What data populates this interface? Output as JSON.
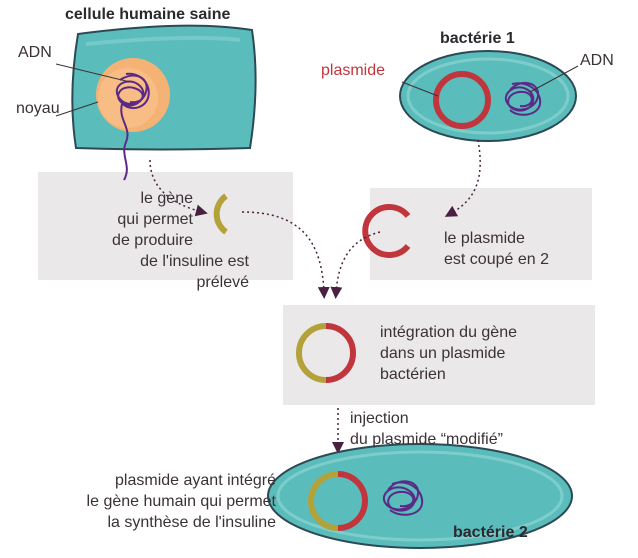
{
  "human_cell": {
    "title": "cellule humaine saine",
    "label_dna": "ADN",
    "label_nucleus": "noyau"
  },
  "bacterium1": {
    "title": "bactérie 1",
    "label_plasmid": "plasmide",
    "label_dna": "ADN"
  },
  "step_gene": {
    "lines": [
      "le gène",
      "qui permet",
      "de produire",
      "de l'insuline est prélevé"
    ]
  },
  "step_plasmid": {
    "lines": [
      "le plasmide",
      "est coupé en 2"
    ]
  },
  "step_integration": {
    "lines": [
      "intégration du gène",
      "dans un plasmide",
      "bactérien"
    ]
  },
  "step_injection": {
    "lines": [
      "injection",
      "du plasmide “modifié”"
    ]
  },
  "bacterium2": {
    "title": "bactérie 2",
    "caption_lines": [
      "plasmide ayant intégré",
      "le gène humain qui permet",
      "la synthèse de l'insuline"
    ]
  },
  "colors": {
    "cell": "#5bbcbc",
    "cell_border": "#2b4a55",
    "nucleus": "#f5b275",
    "dna": "#5b2a86",
    "plasmid": "#c1353c",
    "gene": "#b3a23a",
    "arrow": "#4a2040",
    "panel": "#ebe8ea"
  }
}
